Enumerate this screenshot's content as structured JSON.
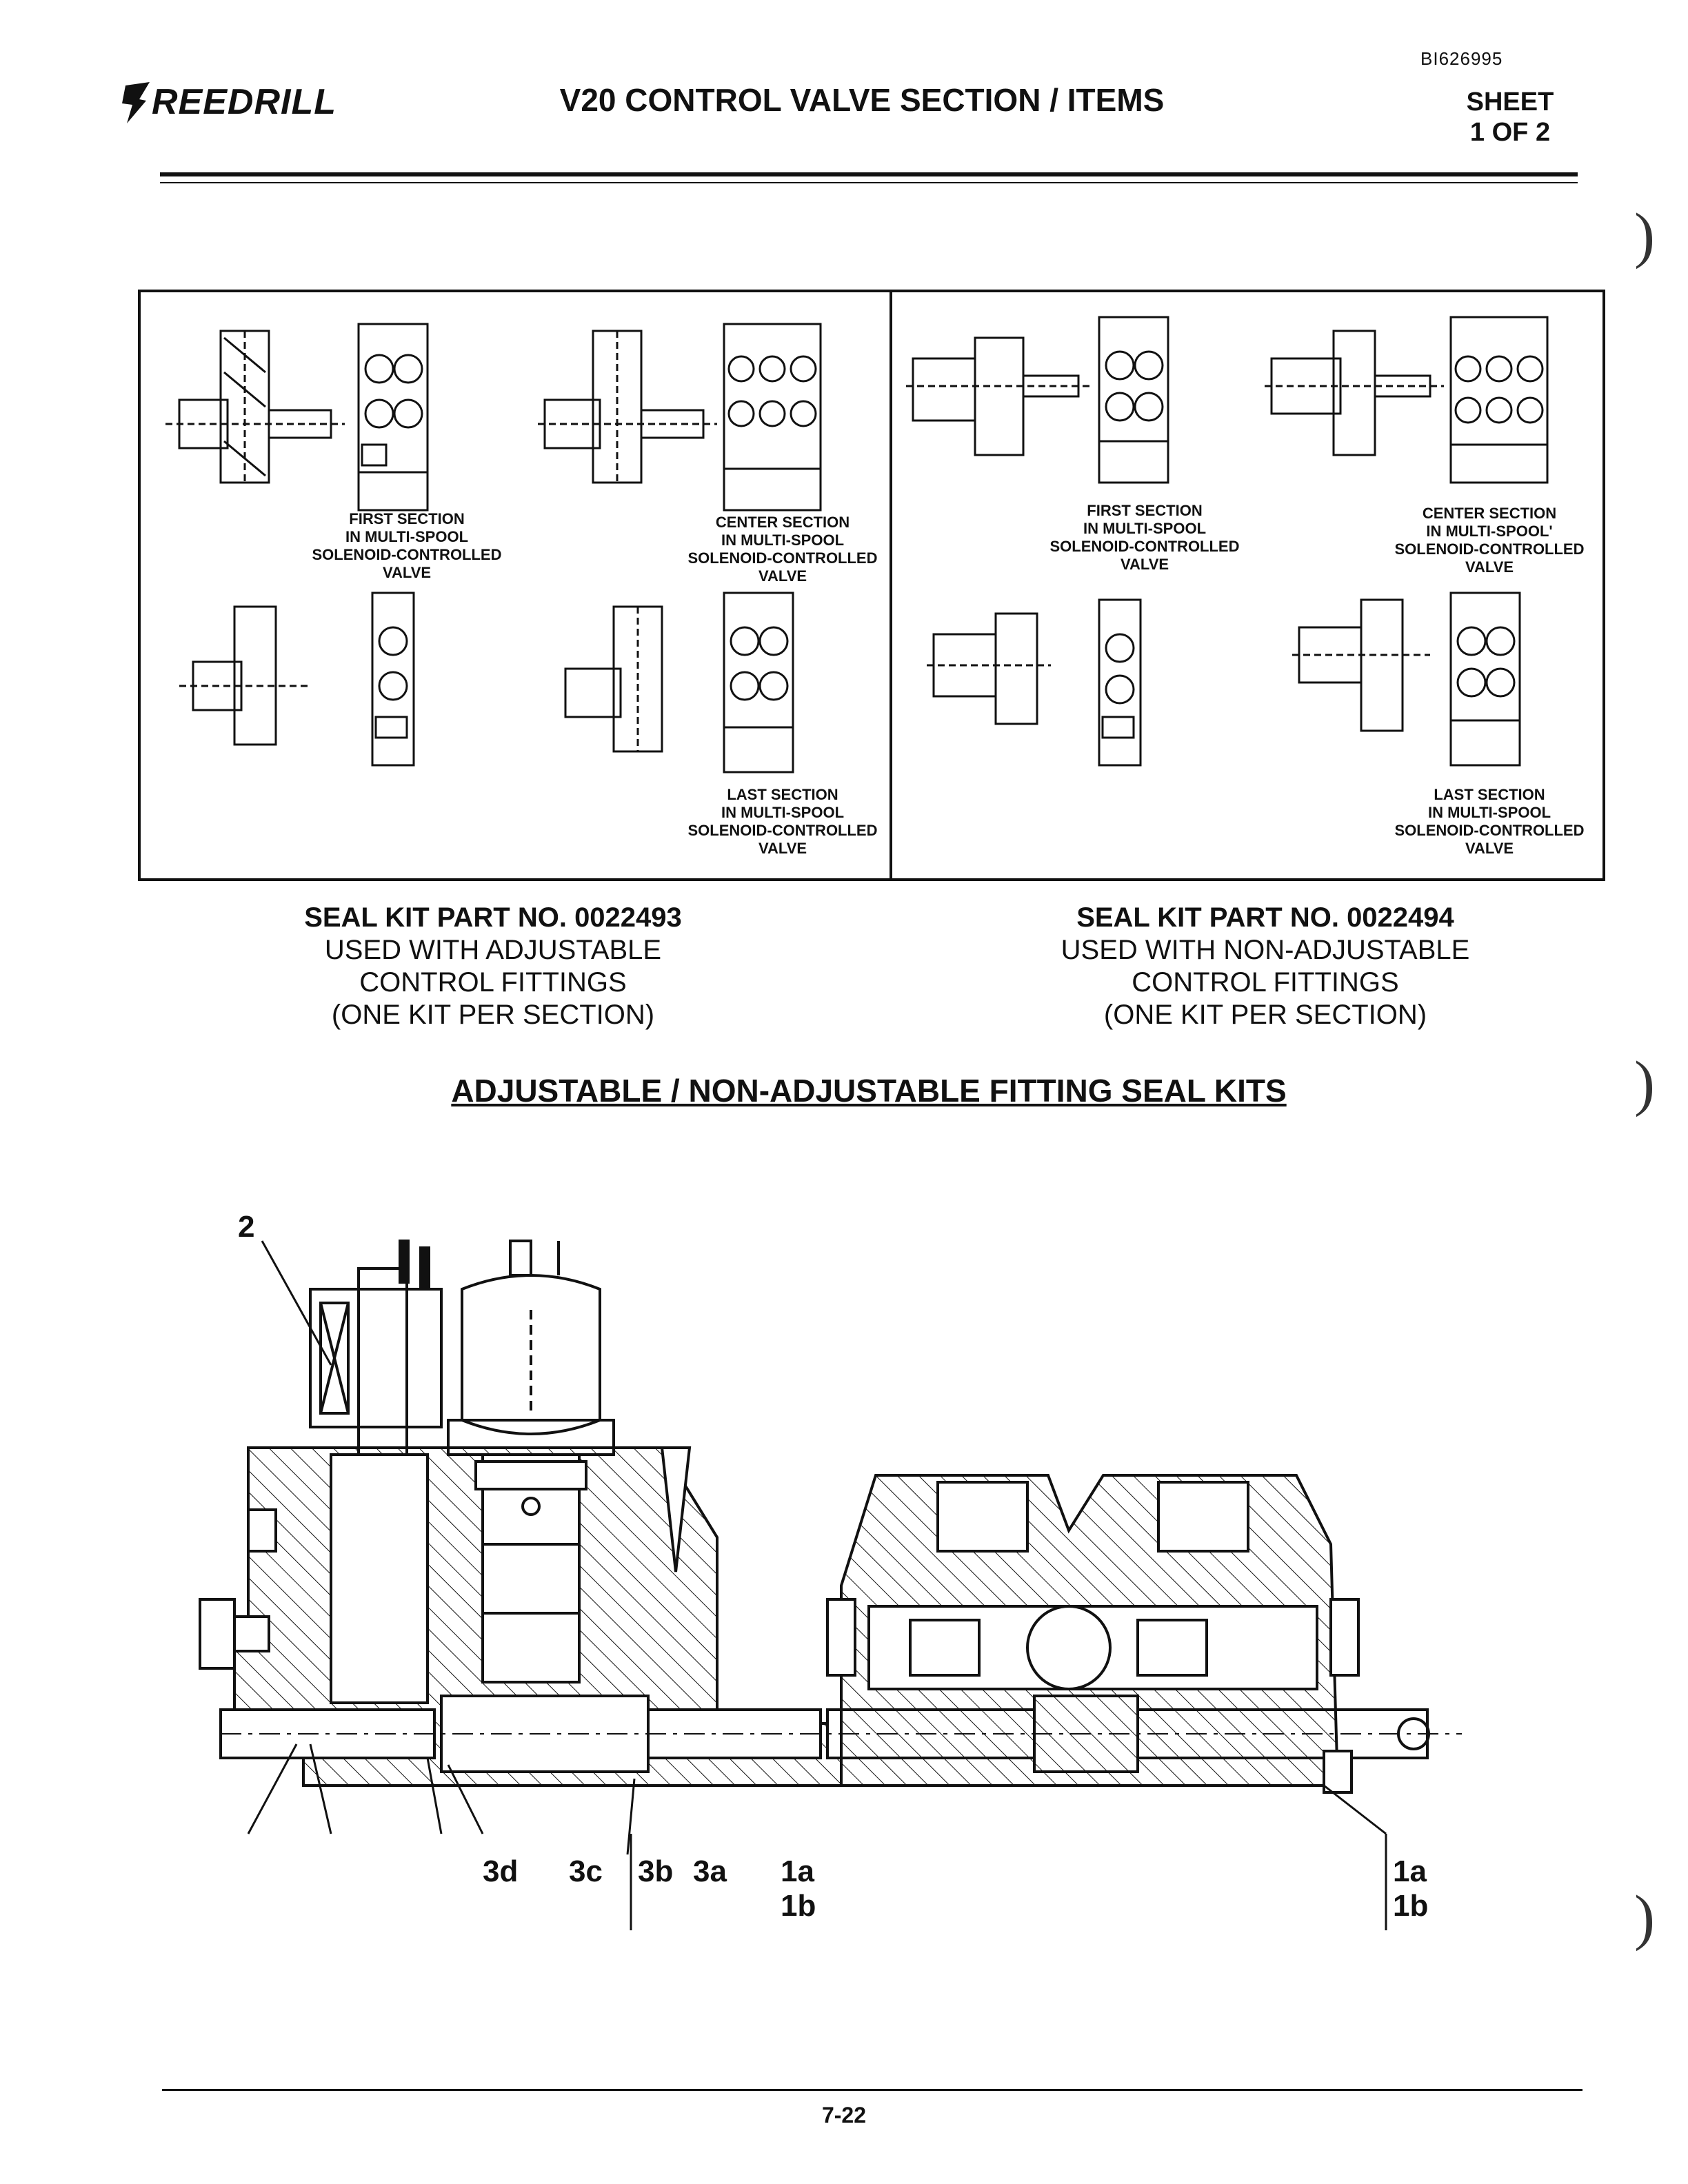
{
  "header": {
    "doc_id": "BI626995",
    "logo_text": "REEDRILL",
    "title": "V20 CONTROL VALVE SECTION / ITEMS",
    "sheet_label": "SHEET",
    "sheet_value": "1 OF 2"
  },
  "panels": {
    "left": {
      "first": [
        "FIRST SECTION",
        "IN MULTI-SPOOL",
        "SOLENOID-CONTROLLED",
        "VALVE"
      ],
      "center": [
        "CENTER SECTION",
        "IN MULTI-SPOOL",
        "SOLENOID-CONTROLLED",
        "VALVE"
      ],
      "last": [
        "LAST SECTION",
        "IN MULTI-SPOOL",
        "SOLENOID-CONTROLLED",
        "VALVE"
      ]
    },
    "right": {
      "first": [
        "FIRST SECTION",
        "IN MULTI-SPOOL",
        "SOLENOID-CONTROLLED",
        "VALVE"
      ],
      "center": [
        "CENTER SECTION",
        "IN MULTI-SPOOL'",
        "SOLENOID-CONTROLLED",
        "VALVE"
      ],
      "last": [
        "LAST SECTION",
        "IN MULTI-SPOOL",
        "SOLENOID-CONTROLLED",
        "VALVE"
      ]
    }
  },
  "seal_kits": {
    "left": {
      "part": "SEAL KIT PART NO. 0022493",
      "line1": "USED WITH ADJUSTABLE",
      "line2": "CONTROL FITTINGS",
      "line3": "(ONE KIT PER SECTION)"
    },
    "right": {
      "part": "SEAL KIT PART NO. 0022494",
      "line1": "USED WITH NON-ADJUSTABLE",
      "line2": "CONTROL FITTINGS",
      "line3": "(ONE KIT PER SECTION)"
    },
    "heading": "ADJUSTABLE / NON-ADJUSTABLE FITTING SEAL KITS"
  },
  "callouts": {
    "c2": "2",
    "c3d": "3d",
    "c3c": "3c",
    "c3b": "3b",
    "c3a": "3a",
    "c1a_left": "1a",
    "c1b_left": "1b",
    "c1a_right": "1a",
    "c1b_right": "1b"
  },
  "footer": {
    "page": "7-22"
  }
}
